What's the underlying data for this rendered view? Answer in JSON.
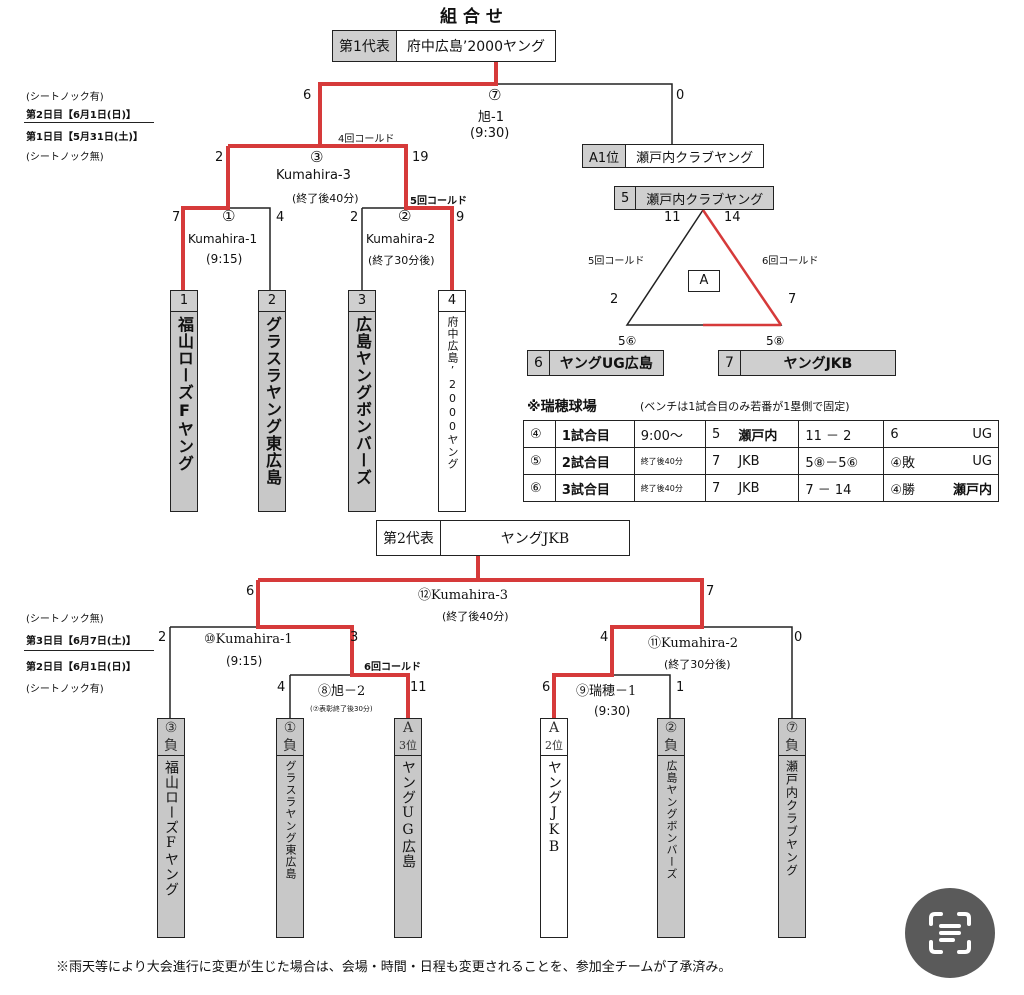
{
  "title": "組 合 せ",
  "block1": {
    "rep": {
      "label": "第1代表",
      "name": "府中広島’2000ヤング"
    },
    "notes": [
      "(シートノック有)",
      "第2日目【6月1日(日)】",
      "第1日目【5月31日(土)】",
      "(シートノック無)"
    ],
    "final": {
      "num": "⑦",
      "venue": "旭-1",
      "time": "(9:30)",
      "score_left": "6",
      "score_right": "0"
    },
    "semi": {
      "num": "③",
      "venue": "Kumahira-3",
      "time": "(終了後40分)",
      "note": "4回コールド",
      "score_left": "2",
      "score_right": "19"
    },
    "q1": {
      "num": "①",
      "venue": "Kumahira-1",
      "time": "(9:15)",
      "score_left": "7",
      "score_right": "4"
    },
    "q2": {
      "num": "②",
      "venue": "Kumahira-2",
      "time": "(終了30分後)",
      "note": "5回コールド",
      "score_left": "2",
      "score_right": "9"
    },
    "teams": [
      {
        "num": "1",
        "name": "福山ローズFヤング"
      },
      {
        "num": "2",
        "name": "グラスラヤング東広島"
      },
      {
        "num": "3",
        "name": "広島ヤングボンバーズ"
      },
      {
        "num": "4",
        "name": "府中広島’2000ヤング"
      }
    ]
  },
  "league": {
    "a1": {
      "label": "A1位",
      "name": "瀬戸内クラブヤング"
    },
    "t5": {
      "num": "5",
      "name": "瀬戸内クラブヤング"
    },
    "t6": {
      "num": "6",
      "name": "ヤングUG広島"
    },
    "t7": {
      "num": "7",
      "name": "ヤングJKB"
    },
    "center": "A",
    "s_top_left": "11",
    "s_top_right": "14",
    "s_left": "2",
    "s_right": "7",
    "note_left": "5回コールド",
    "note_right": "6回コールド",
    "bottom_left": "5⑥",
    "bottom_right": "5⑧",
    "venue": "※瑞穂球場",
    "venue_note": "(ベンチは1試合目のみ若番が1塁側で固定)",
    "schedule": [
      [
        "④",
        "1試合目",
        "9:00〜",
        "5",
        "瀬戸内",
        "11 － 2",
        "6",
        "UG"
      ],
      [
        "⑤",
        "2試合目",
        "終了後40分",
        "7",
        "JKB",
        "5⑧－5⑥",
        "④敗",
        "UG"
      ],
      [
        "⑥",
        "3試合目",
        "終了後40分",
        "7",
        "JKB",
        "7 － 14",
        "④勝",
        "瀬戸内"
      ]
    ]
  },
  "block2": {
    "rep": {
      "label": "第2代表",
      "name": "ヤングJKB"
    },
    "notes": [
      "(シートノック無)",
      "第3日目【6月7日(土)】",
      "第2日目【6月1日(日)】",
      "(シートノック有)"
    ],
    "final": {
      "label": "⑫Kumahira-3",
      "time": "(終了後40分)",
      "score_left": "6",
      "score_right": "7"
    },
    "m10": {
      "label": "⑩Kumahira-1",
      "time": "(9:15)",
      "score_left": "2",
      "score_right": "3"
    },
    "m11": {
      "label": "⑪Kumahira-2",
      "time": "(終了30分後)",
      "score_left": "4",
      "score_right": "0"
    },
    "m8": {
      "label": "⑧旭－2",
      "time": "(⑦表彰終了後30分)",
      "note": "6回コールド",
      "score_left": "4",
      "score_right": "11"
    },
    "m9": {
      "label": "⑨瑞穂－1",
      "time": "(9:30)",
      "score_left": "6",
      "score_right": "1"
    },
    "teams": [
      {
        "pos1": "③",
        "pos2": "負",
        "name": "福山ローズFヤング"
      },
      {
        "pos1": "①",
        "pos2": "負",
        "name": "グラスラヤング東広島"
      },
      {
        "pos1": "A",
        "pos2": "3位",
        "name": "ヤングUG広島"
      },
      {
        "pos1": "A",
        "pos2": "2位",
        "name": "ヤングJKB"
      },
      {
        "pos1": "②",
        "pos2": "負",
        "name": "広島ヤングボンバーズ"
      },
      {
        "pos1": "⑦",
        "pos2": "負",
        "name": "瀬戸内クラブヤング"
      }
    ]
  },
  "footer": "※雨天等により大会進行に変更が生じた場合は、会場・時間・日程も変更されることを、参加全チームが了承済み。",
  "fab_icon": "scan-text-icon",
  "colors": {
    "winner": "#d63a3a",
    "line": "#222222",
    "box": "#c8c8c8"
  }
}
